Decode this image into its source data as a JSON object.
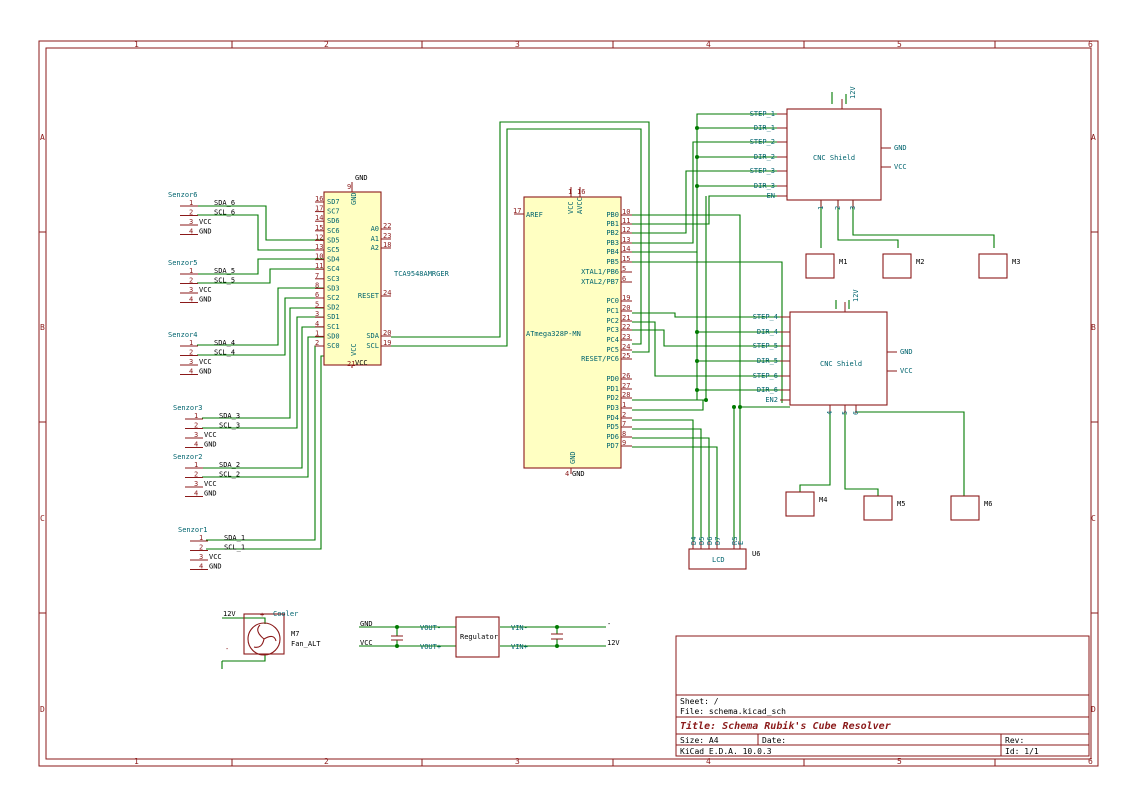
{
  "zones": {
    "columns": [
      "1",
      "2",
      "3",
      "4",
      "5",
      "6"
    ],
    "rows": [
      "A",
      "B",
      "C",
      "D"
    ]
  },
  "title_block": {
    "sheet": "Sheet: /",
    "file": "File: schema.kicad_sch",
    "title": "Title: Schema Rubik's Cube Resolver",
    "size": "Size: A4",
    "date": "Date:",
    "rev": "Rev:",
    "tool": "KiCad E.D.A. 10.0.3",
    "id": "Id: 1/1"
  },
  "colors": {
    "border": "#8b1a1a",
    "wire": "#007a00",
    "body": "#ffffc2",
    "pin_text": "#00646e"
  },
  "sensors": [
    {
      "ref": "Senzor6",
      "pins": [
        "SDA_6",
        "SCL_6",
        "VCC",
        "GND"
      ]
    },
    {
      "ref": "Senzor5",
      "pins": [
        "SDA_5",
        "SCL_5",
        "VCC",
        "GND"
      ]
    },
    {
      "ref": "Senzor4",
      "pins": [
        "SDA_4",
        "SCL_4",
        "VCC",
        "GND"
      ]
    },
    {
      "ref": "Senzor3",
      "pins": [
        "SDA_3",
        "SCL_3",
        "VCC",
        "GND"
      ]
    },
    {
      "ref": "Senzor2",
      "pins": [
        "SDA_2",
        "SCL_2",
        "VCC",
        "GND"
      ]
    },
    {
      "ref": "Senzor1",
      "pins": [
        "SDA_1",
        "SCL_1",
        "VCC",
        "GND"
      ]
    }
  ],
  "pin_numbers": [
    "1",
    "2",
    "3",
    "4"
  ],
  "mux": {
    "value": "TCA9548AMRGER",
    "left_pins": [
      {
        "name": "SD7",
        "num": "16"
      },
      {
        "name": "SC7",
        "num": "17"
      },
      {
        "name": "SD6",
        "num": "14"
      },
      {
        "name": "SC6",
        "num": "15"
      },
      {
        "name": "SD5",
        "num": "12"
      },
      {
        "name": "SC5",
        "num": "13"
      },
      {
        "name": "SD4",
        "num": "10"
      },
      {
        "name": "SC4",
        "num": "11"
      },
      {
        "name": "SC3",
        "num": "7"
      },
      {
        "name": "SD3",
        "num": "8"
      },
      {
        "name": "SC2",
        "num": "6"
      },
      {
        "name": "SD2",
        "num": "5"
      },
      {
        "name": "SD1",
        "num": "3"
      },
      {
        "name": "SC1",
        "num": "4"
      },
      {
        "name": "SD0",
        "num": "1"
      },
      {
        "name": "SC0",
        "num": "2"
      }
    ],
    "right_pins": [
      {
        "name": "A0",
        "num": "22"
      },
      {
        "name": "A1",
        "num": "23"
      },
      {
        "name": "A2",
        "num": "18"
      },
      {
        "name": "RESET",
        "num": "24"
      },
      {
        "name": "SDA",
        "num": "20"
      },
      {
        "name": "SCL",
        "num": "19"
      }
    ],
    "gnd": {
      "name": "GND",
      "num": "9",
      "net": "GND"
    },
    "vcc": {
      "name": "VCC",
      "num": "21",
      "net": "VCC"
    }
  },
  "mcu": {
    "value": "ATmega328P-MN",
    "top_pins": [
      {
        "name": "VCC",
        "num": "1"
      },
      {
        "name": "AVCC",
        "num": "16"
      }
    ],
    "aref": {
      "name": "AREF",
      "num": "17"
    },
    "right_pins": [
      {
        "name": "PB0",
        "num": "10"
      },
      {
        "name": "PB1",
        "num": "11"
      },
      {
        "name": "PB2",
        "num": "12"
      },
      {
        "name": "PB3",
        "num": "13"
      },
      {
        "name": "PB4",
        "num": "14"
      },
      {
        "name": "PB5",
        "num": "15"
      },
      {
        "name": "XTAL1/PB6",
        "num": "5"
      },
      {
        "name": "XTAL2/PB7",
        "num": "6"
      },
      {
        "name": "PC0",
        "num": "19"
      },
      {
        "name": "PC1",
        "num": "20"
      },
      {
        "name": "PC2",
        "num": "21"
      },
      {
        "name": "PC3",
        "num": "22"
      },
      {
        "name": "PC4",
        "num": "23"
      },
      {
        "name": "PC5",
        "num": "24"
      },
      {
        "name": "RESET/PC6",
        "num": "25"
      },
      {
        "name": "PD0",
        "num": "26"
      },
      {
        "name": "PD1",
        "num": "27"
      },
      {
        "name": "PD2",
        "num": "28"
      },
      {
        "name": "PD3",
        "num": "1"
      },
      {
        "name": "PD4",
        "num": "2"
      },
      {
        "name": "PD5",
        "num": "7"
      },
      {
        "name": "PD6",
        "num": "8"
      },
      {
        "name": "PD7",
        "num": "9"
      }
    ],
    "gnd": {
      "name": "GND",
      "num": "4",
      "net": "GND"
    }
  },
  "cnc1": {
    "label": "CNC Shield",
    "left": [
      "STEP_1",
      "DIR_1",
      "STEP_2",
      "DIR_2",
      "STEP_3",
      "DIR_3",
      "EN"
    ],
    "right": [
      "GND",
      "VCC"
    ],
    "top": "12V",
    "bottom": [
      "1",
      "2",
      "3"
    ]
  },
  "cnc2": {
    "label": "CNC Shield",
    "left": [
      "STEP_4",
      "DIR_4",
      "STEP_5",
      "DIR_5",
      "STEP_6",
      "DIR_6",
      "EN2"
    ],
    "right": [
      "GND",
      "VCC"
    ],
    "top": "12V",
    "bottom": [
      "4",
      "5",
      "6"
    ]
  },
  "motors": [
    "M1",
    "M2",
    "M3",
    "M4",
    "M5",
    "M6"
  ],
  "lcd": {
    "label": "LCD",
    "ref": "U6",
    "pins": [
      "D4",
      "D5",
      "D6",
      "D7",
      "RS",
      "E"
    ]
  },
  "fan": {
    "ref": "M7",
    "value": "Fan_ALT",
    "name": "Cooler",
    "pos_net": "12V",
    "plus": "+",
    "minus": "-"
  },
  "regulator": {
    "label": "Regulator",
    "pins": [
      "VOUT-",
      "VOUT+",
      "VIN-",
      "VIN+"
    ],
    "nets": [
      "GND",
      "VCC",
      "-",
      "12V"
    ]
  }
}
